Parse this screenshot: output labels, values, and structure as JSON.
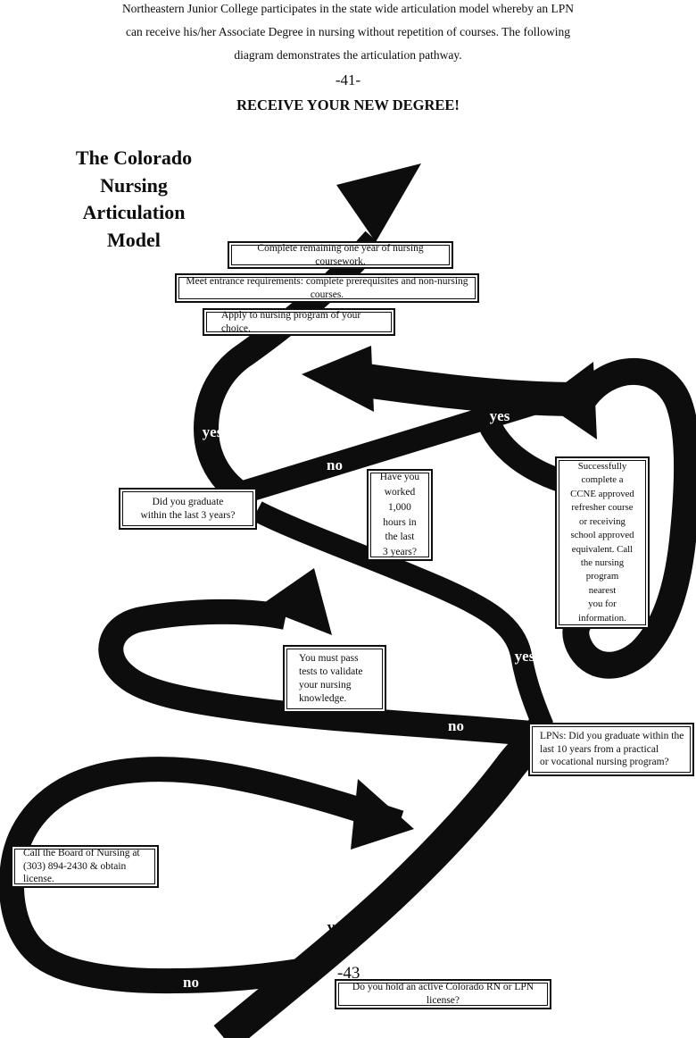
{
  "colors": {
    "ink": "#0d0d0d",
    "paper": "#ffffff",
    "label_on_band": "#ffffff",
    "label_on_paper": "#0d0d0d"
  },
  "header": {
    "intro": "Northeastern Junior College participates in the state wide articulation model whereby an LPN\ncan receive his/her Associate Degree in nursing without repetition of courses. The following\ndiagram demonstrates the articulation pathway.",
    "page_number_top": "-41-",
    "banner": "RECEIVE YOUR NEW DEGREE!"
  },
  "diagram": {
    "title": "The Colorado\nNursing\nArticulation\nModel",
    "page_number_bottom": "-43",
    "boxes": [
      {
        "name": "complete-coursework",
        "text": "Complete remaining one year of nursing coursework."
      },
      {
        "name": "meet-entrance-requirements",
        "text": "Meet entrance requirements:  complete prerequisites and non-nursing courses."
      },
      {
        "name": "apply-to-program",
        "text": "Apply to nursing program of your choice."
      },
      {
        "name": "graduate-last-3-years",
        "text": "Did you graduate\nwithin the last 3 years?"
      },
      {
        "name": "worked-1000-hours",
        "text": "Have you\nworked\n1,000\nhours in\nthe last\n3 years?"
      },
      {
        "name": "refresher-course",
        "text": "Successfully\ncomplete a\nCCNE approved\nrefresher course\nor receiving\nschool approved\nequivalent.  Call\nthe nursing\nprogram\nnearest\nyou for\ninformation."
      },
      {
        "name": "pass-tests",
        "text": "You must pass\ntests to validate\nyour nursing\nknowledge."
      },
      {
        "name": "lpn-graduate-10-years",
        "text": "LPNs:  Did you graduate within the\nlast 10 years from a practical\nor vocational nursing program?"
      },
      {
        "name": "call-board-of-nursing",
        "text": "Call the Board of Nursing at\n(303) 894-2430 & obtain license."
      },
      {
        "name": "active-license-question",
        "text": "Do you hold an active Colorado RN or LPN license?"
      }
    ],
    "labels": [
      {
        "text": "yes",
        "color": "#ffffff"
      },
      {
        "text": "no",
        "color": "#ffffff"
      },
      {
        "text": "yes",
        "color": "#ffffff"
      },
      {
        "text": "no",
        "color": "#ffffff"
      },
      {
        "text": "yes",
        "color": "#ffffff"
      },
      {
        "text": "no",
        "color": "#ffffff"
      },
      {
        "text": "no",
        "color": "#ffffff"
      },
      {
        "text": "yes",
        "color": "#0d0d0d"
      }
    ]
  }
}
